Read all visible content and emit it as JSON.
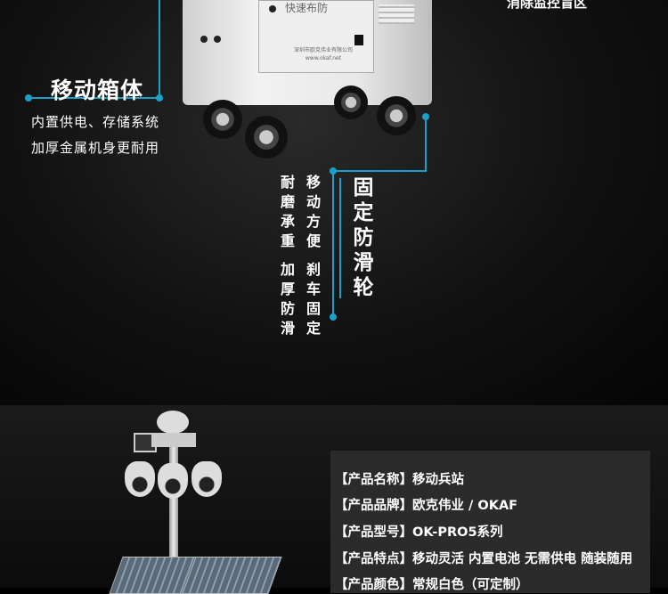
{
  "top_right_caption": "消除监控盲区",
  "cabinet": {
    "door_brand": "快速布防",
    "door_company": "深圳市欧克伟业有限公司",
    "door_url": "www.okaf.net"
  },
  "mobile_box": {
    "title": "移动箱体",
    "lines": [
      "内置供电、存储系统",
      "加厚金属机身更耐用"
    ]
  },
  "wheels": {
    "title": "固定防滑轮",
    "columns": [
      "耐磨承重",
      "移动方便",
      "加厚防滑",
      "刹车固定"
    ]
  },
  "product_info": [
    "【产品名称】移动兵站",
    "【产品品牌】欧克伟业 / OKAF",
    "【产品型号】OK-PRO5系列",
    "【产品特点】移动灵活 内置电池 无需供电 随装随用",
    "【产品颜色】常规白色（可定制）"
  ],
  "colors": {
    "accent": "#1da0c7",
    "background": "#000000",
    "info_box": "#2b2b2b"
  }
}
